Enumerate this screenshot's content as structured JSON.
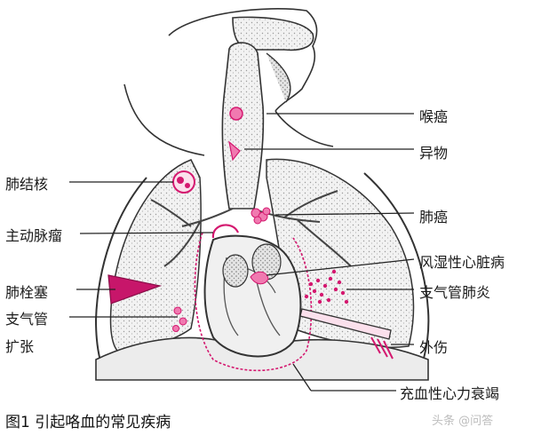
{
  "labels": {
    "left": {
      "tb": "肺结核",
      "aneurysm": "主动脉瘤",
      "embolism": "肺栓塞",
      "bronch_1": "支气管",
      "bronch_2": "扩张"
    },
    "right": {
      "larynx": "喉癌",
      "foreign": "异物",
      "lung_cancer": "肺癌",
      "rheumatic": "风湿性心脏病",
      "bronchopneumonia": "支气管肺炎",
      "trauma": "外伤",
      "heart_failure": "充血性心力衰竭"
    }
  },
  "caption": "图1 引起咯血的常见疾病",
  "watermark": "头条 @问答",
  "colors": {
    "lesion": "#d4186f",
    "lesion_light": "#f07ab0",
    "outline": "#333333",
    "tissue": "#e9e9e9",
    "leader": "#222222"
  }
}
